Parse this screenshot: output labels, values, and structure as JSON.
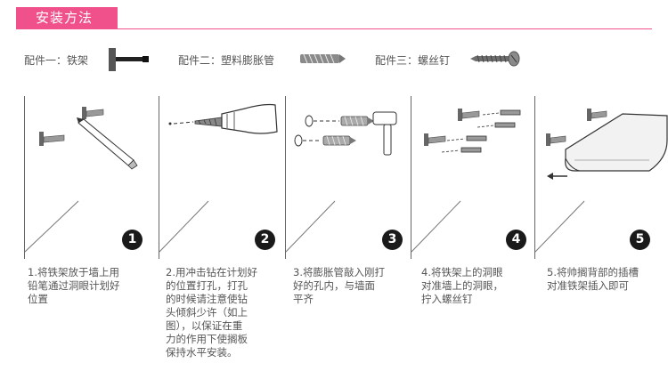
{
  "header": {
    "title": "安装方法",
    "accent_color": "#f0518a"
  },
  "accessories": [
    {
      "label": "配件一：铁架",
      "icon": "bracket-icon"
    },
    {
      "label": "配件二：塑料膨胀管",
      "icon": "anchor-icon"
    },
    {
      "label": "配件三：螺丝钉",
      "icon": "screw-icon"
    }
  ],
  "steps": [
    {
      "number": "1",
      "lines": [
        "1.将铁架放于墙上用",
        "铅笔通过洞眼计划好",
        "位置"
      ]
    },
    {
      "number": "2",
      "lines": [
        "2.用冲击钻在计划好",
        "的位置打孔，打孔",
        "的时候请注意使钻",
        "头倾斜少许（如上",
        "图），以保证在重",
        "力的作用下使搁板",
        "保持水平安装。"
      ]
    },
    {
      "number": "3",
      "lines": [
        "3.将膨胀管敲入刚打",
        "好的孔内，与墙面",
        "平齐"
      ]
    },
    {
      "number": "4",
      "lines": [
        "4.将铁架上的洞眼",
        "对准墙上的洞眼，",
        "拧入螺丝钉"
      ]
    },
    {
      "number": "5",
      "lines": [
        "5.将帅搁背部的插槽",
        "对准铁架插入即可"
      ]
    }
  ]
}
